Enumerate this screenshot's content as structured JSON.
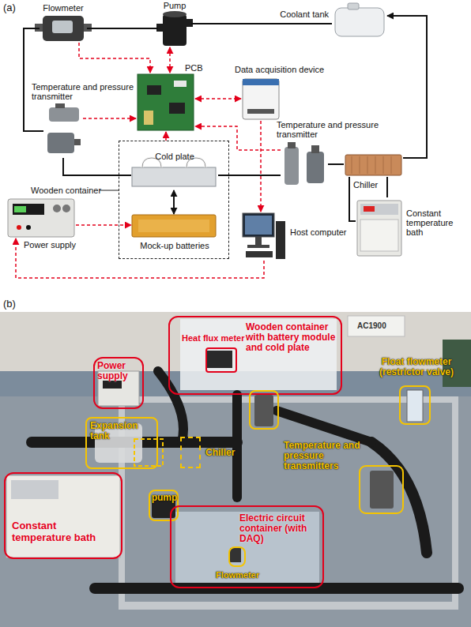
{
  "diagram": {
    "nodes": [
      {
        "text": [
          "Flowmeter"
        ]
      },
      {
        "text": [
          "Pump"
        ]
      },
      {
        "text": [
          "Coolant tank"
        ]
      },
      {
        "text": [
          "Temperature and pressure transmitter"
        ]
      },
      {
        "text": [
          "PCB"
        ]
      },
      {
        "text": [
          "Data acquisition device"
        ]
      },
      {
        "text": [
          "Temperature and pressure transmitter"
        ]
      },
      {
        "text": [
          "Wooden container"
        ]
      },
      {
        "text": [
          "Cold plate"
        ],
        "in": 7
      },
      {
        "text": [
          "Mock-up batteries"
        ],
        "in": 7
      },
      {
        "text": [
          "Power supply"
        ]
      },
      {
        "text": [
          "Host computer"
        ]
      },
      {
        "text": [
          "Chiller"
        ]
      },
      {
        "text": [
          "Constant temperature bath"
        ]
      },
      {
        "text": [
          "Wooden container with battery module and cold plate"
        ]
      },
      {
        "text": [
          "Heat flux meter"
        ],
        "in": 14
      },
      {
        "text": [
          "Power supply"
        ]
      },
      {
        "text": [
          "Float flowmeter (restrictor valve)"
        ]
      },
      {
        "text": [
          "Expansion tank"
        ]
      },
      {
        "text": [
          "Chiller"
        ]
      },
      {
        "text": [
          "Temperature and pressure transmitters"
        ]
      },
      {
        "text": [
          "Constant temperature bath"
        ]
      },
      {
        "text": [
          "pump"
        ]
      },
      {
        "text": [
          "Electric circuit container (with DAQ)"
        ]
      },
      {
        "text": [
          "Flowmeter"
        ],
        "in": 23
      }
    ],
    "edges": [
      {
        "from": 2,
        "to": 1,
        "arrow": "none"
      },
      {
        "from": 1,
        "to": 0,
        "arrow": "none"
      },
      {
        "from": 0,
        "to": 3,
        "arrow": "none"
      },
      {
        "from": 3,
        "to": 8,
        "arrow": "none"
      },
      {
        "from": 8,
        "to": 6,
        "arrow": "none"
      },
      {
        "from": 6,
        "to": 12,
        "arrow": "none"
      },
      {
        "from": 12,
        "to": 2,
        "arrow": "to"
      },
      {
        "from": 12,
        "to": 13,
        "arrow": "none"
      },
      {
        "from": 13,
        "to": 12,
        "arrow": "none"
      },
      {
        "from": 8,
        "to": 9,
        "arrow": "both"
      },
      {
        "from": 0,
        "to": 4,
        "arrow": "to"
      },
      {
        "from": 4,
        "to": 1,
        "arrow": "both"
      },
      {
        "from": 4,
        "to": 5,
        "arrow": "both"
      },
      {
        "from": 3,
        "to": 4,
        "arrow": "to"
      },
      {
        "from": 6,
        "to": 4,
        "arrow": "to"
      },
      {
        "from": 7,
        "to": 4,
        "arrow": "to"
      },
      {
        "from": 5,
        "to": 11,
        "arrow": "to"
      },
      {
        "from": 11,
        "to": 10,
        "arrow": "to"
      },
      {
        "from": 10,
        "to": 9,
        "arrow": "to"
      }
    ],
    "labels": [
      "(a)",
      "(b)",
      "AC1900"
    ]
  }
}
